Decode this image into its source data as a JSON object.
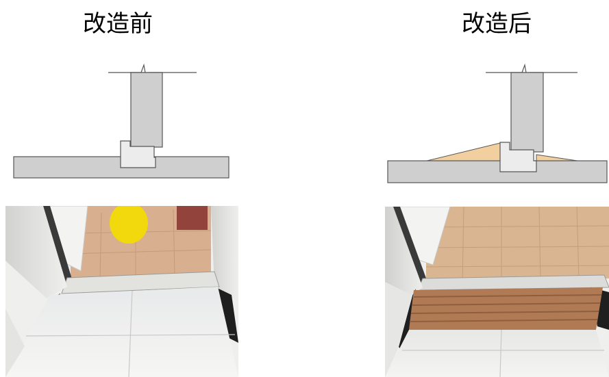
{
  "labels": {
    "before": "改造前",
    "after": "改造后"
  },
  "colors": {
    "wall_fill": "#cfcfcf",
    "wall_stroke": "#555555",
    "threshold_fill": "#ececec",
    "ramp_fill": "#f2cf9e",
    "floor_tile": "#f1f1f0",
    "room_tile": "#d9b08f",
    "door_frame": "#e8e8e6",
    "mat": "#b07a55"
  },
  "panels": {
    "before": {
      "diagram": "section-before-renovation",
      "photo": "doorway-before-renovation"
    },
    "after": {
      "diagram": "section-after-renovation-with-ramp",
      "photo": "doorway-after-renovation-with-ramp-mat"
    }
  }
}
